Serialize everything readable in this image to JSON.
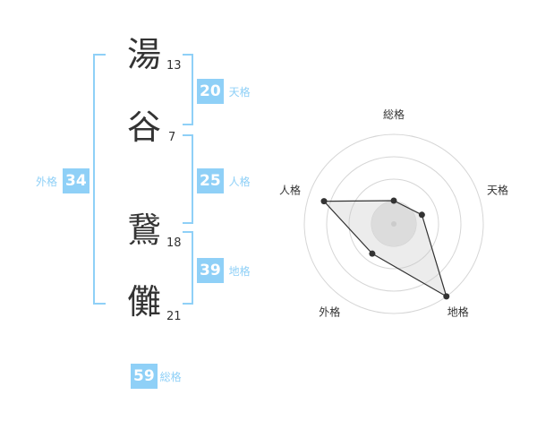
{
  "name": {
    "chars": [
      {
        "char": "湯",
        "strokes": "13"
      },
      {
        "char": "谷",
        "strokes": "7"
      },
      {
        "char": "鵞",
        "strokes": "18"
      },
      {
        "char": "儺",
        "strokes": "21"
      }
    ]
  },
  "fortunes": {
    "tenkaku": {
      "value": "20",
      "label": "天格"
    },
    "jinkaku": {
      "value": "25",
      "label": "人格"
    },
    "chikaku": {
      "value": "39",
      "label": "地格"
    },
    "gaikaku": {
      "value": "34",
      "label": "外格"
    },
    "soukaku": {
      "value": "59",
      "label": "総格"
    }
  },
  "accent_color": "#8fd0f7",
  "chart_data": {
    "type": "radar",
    "axes": [
      "総格",
      "天格",
      "地格",
      "外格",
      "人格"
    ],
    "values": [
      0.26,
      0.33,
      1.0,
      0.41,
      0.82
    ],
    "max": 1.0,
    "rings": 4
  }
}
